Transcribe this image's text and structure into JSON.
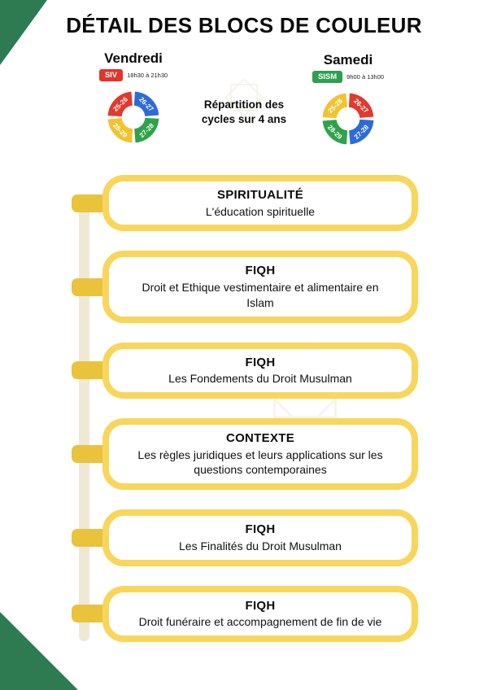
{
  "title": "DÉTAIL DES BLOCS DE COULEUR",
  "center_note": {
    "line1": "Répartition des",
    "line2": "cycles sur 4 ans"
  },
  "sessions": [
    {
      "day": "Vendredi",
      "badge": "SIV",
      "time": "18h30 à 21h30",
      "wheel_colors": [
        "#E03A2F",
        "#2D6BD8",
        "#2FA24B",
        "#F2C230"
      ]
    },
    {
      "day": "Samedi",
      "badge": "SISM",
      "time": "9h00 à 13h00",
      "wheel_colors": [
        "#F2C230",
        "#E03A2F",
        "#2D6BD8",
        "#2FA24B"
      ]
    }
  ],
  "wheel": {
    "labels": [
      "25-26",
      "26-27",
      "27-28",
      "28-29"
    ]
  },
  "blocks": [
    {
      "title": "SPIRITUALITÉ",
      "subtitle": "L'éducation spirituelle"
    },
    {
      "title": "FIQH",
      "subtitle": "Droit et Ethique vestimentaire et alimentaire en Islam"
    },
    {
      "title": "FIQH",
      "subtitle": "Les Fondements du Droit Musulman"
    },
    {
      "title": "CONTEXTE",
      "subtitle": "Les règles juridiques et leurs applications sur les questions contemporaines"
    },
    {
      "title": "FIQH",
      "subtitle": "Les Finalités du Droit Musulman"
    },
    {
      "title": "FIQH",
      "subtitle": "Droit funéraire et accompagnement de fin de vie"
    }
  ],
  "colors": {
    "yellow": "#F8D65C",
    "tab": "#EAC33C",
    "spine": "#EFE8D5",
    "corner": "#2E7B52",
    "badge_red": "#E4332B",
    "badge_green": "#2E9E4F",
    "ink": "#0B0B0B"
  }
}
